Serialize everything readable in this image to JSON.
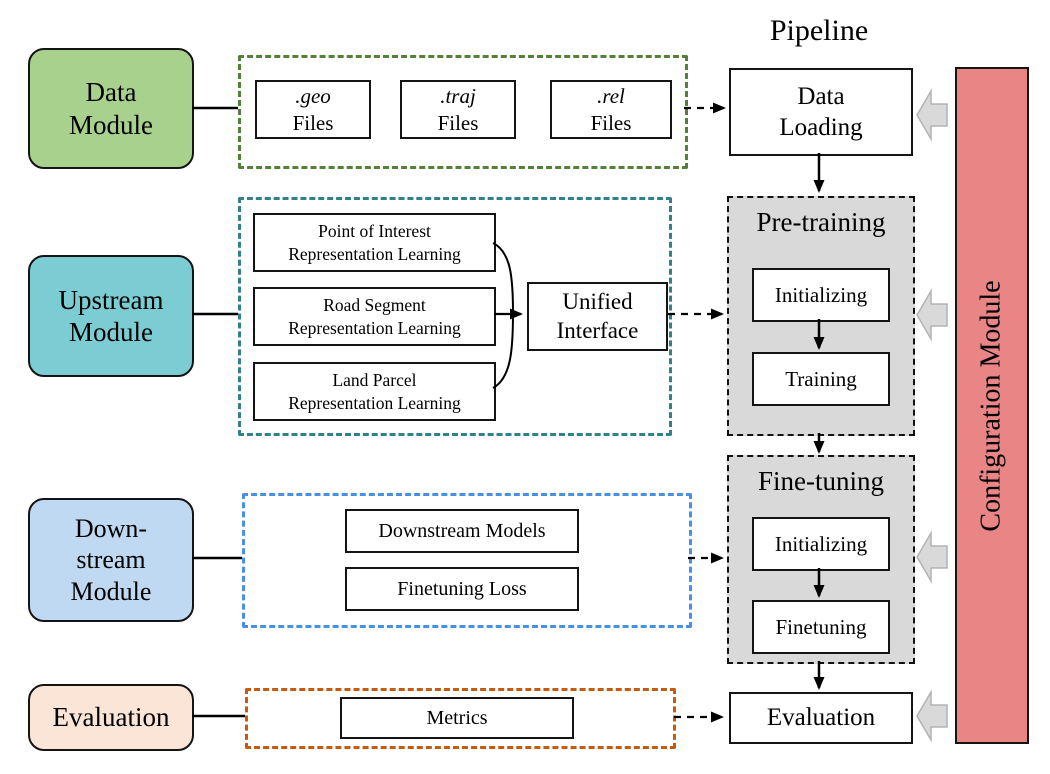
{
  "pipeline": {
    "title": "Pipeline",
    "data_loading": {
      "line1": "Data",
      "line2": "Loading"
    },
    "pretraining": {
      "title": "Pre-training",
      "steps": [
        "Initializing",
        "Training"
      ]
    },
    "finetuning": {
      "title": "Fine-tuning",
      "steps": [
        "Initializing",
        "Finetuning"
      ]
    },
    "evaluation_label": "Evaluation"
  },
  "left_modules": {
    "data": {
      "line1": "Data",
      "line2": "Module"
    },
    "upstream": {
      "line1": "Upstream",
      "line2": "Module"
    },
    "downstream": {
      "line1": "Down-",
      "line2": "stream",
      "line3": "Module"
    },
    "evaluation": {
      "label": "Evaluation"
    }
  },
  "data_files": [
    {
      "ext": ".geo",
      "label": "Files"
    },
    {
      "ext": ".traj",
      "label": "Files"
    },
    {
      "ext": ".rel",
      "label": "Files"
    }
  ],
  "upstream_tasks": [
    {
      "line1": "Point of Interest",
      "line2": "Representation Learning"
    },
    {
      "line1": "Road Segment",
      "line2": "Representation Learning"
    },
    {
      "line1": "Land Parcel",
      "line2": "Representation Learning"
    }
  ],
  "unified_interface": {
    "line1": "Unified",
    "line2": "Interface"
  },
  "downstream_items": {
    "models": "Downstream Models",
    "loss": "Finetuning Loss"
  },
  "evaluation_items": {
    "metrics": "Metrics"
  },
  "config_module": {
    "label": "Configuration Module"
  },
  "colors": {
    "data_module_fill": "#a9d18e",
    "upstream_module_fill": "#7bcdd3",
    "downstream_module_fill": "#c0d9f2",
    "evaluation_module_fill": "#fbe5d6",
    "config_module_fill": "#e98585",
    "data_group_dash": "#538135",
    "upstream_group_dash": "#31808a",
    "downstream_group_dash": "#4a90e2",
    "evaluation_group_dash": "#c55a11",
    "pipeline_stage_fill": "#d9d9d9",
    "config_arrow_fill": "#d9d9d9"
  }
}
